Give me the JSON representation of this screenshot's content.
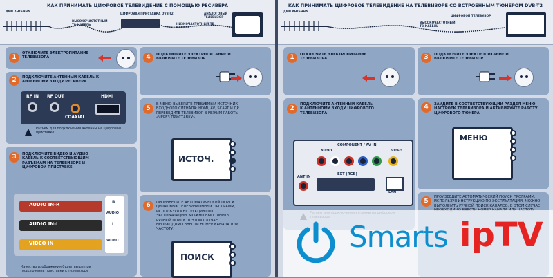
{
  "left": {
    "header_title": "КАК ПРИНИМАТЬ ЦИФРОВОЕ ТЕЛЕВИДЕНИЕ С ПОМОЩЬЮ РЕСИВЕРА",
    "header_labels": {
      "antenna": "ДМВ АНТЕННА",
      "hf_cable": "ВЫСОКОЧАСТОТНЫЙ ТВ-КАБЕЛЬ",
      "receiver": "ЦИФРОВАЯ ПРИСТАВКА DVB-T2",
      "lf_cable": "НИЗКОЧАСТОТНЫЙ ТВ-КАБЕЛЬ",
      "analog_tv": "АНАЛОГОВЫЙ ТЕЛЕВИЗОР"
    },
    "step1": {
      "num": "1",
      "text": "ОТКЛЮЧИТЕ ЭЛЕКТРОПИТАНИЕ ТЕЛЕВИЗОРА"
    },
    "step2": {
      "num": "2",
      "text": "ПОДКЛЮЧИТЕ АНТЕННЫЙ КАБЕЛЬ К АНТЕННОМУ ВХОДУ РЕСИВЕРА",
      "rf_in": "RF IN",
      "rf_out": "RF OUT",
      "coaxial": "COAXIAL",
      "hdmi": "HDMI",
      "note": "Разъем для подключения антенны на цифровой приставке"
    },
    "step3": {
      "num": "3",
      "text": "ПОДКЛЮЧИТЕ ВИДЕО И АУДИО КАБЕЛЬ К СООТВЕТСТВУЮЩИМ РАЗЪЕМАМ НА ТЕЛЕВИЗОРЕ И ЦИФРОВОЙ ПРИСТАВКЕ",
      "audio_r": "AUDIO IN-R",
      "audio_l": "AUDIO IN-L",
      "video": "VIDEO IN",
      "r": "R",
      "audio": "AUDIO",
      "l": "L",
      "video_short": "VIDEO",
      "note": "Качество изображения будет выше при подключении приставки к телевизору"
    },
    "step4": {
      "num": "4",
      "text": "ПОДКЛЮЧИТЕ ЭЛЕКТРОПИТАНИЕ И ВКЛЮЧИТЕ ТЕЛЕВИЗОР"
    },
    "step5": {
      "num": "5",
      "text": "В МЕНЮ ВЫБЕРИТЕ ТРЕБУЕМЫЙ ИСТОЧНИК ВХОДНОГО СИГНАЛА: HDMI, AV, SCART И ДР. ПЕРЕВЕДИТЕ ТЕЛЕВИЗОР В РЕЖИМ РАБОТЫ «ЧЕРЕЗ ПРИСТАВКУ»",
      "screen": "ИСТОЧ."
    },
    "step6": {
      "num": "6",
      "text": "ПРОИЗВЕДИТЕ АВТОМАТИЧЕСКИЙ ПОИСК ЦИФРОВЫХ ТЕЛЕВИЗИОННЫХ ПРОГРАММ, ИСПОЛЬЗУЯ ИНСТРУКЦИЮ ПО ЭКСПЛУАТАЦИИ. МОЖНО ВЫПОЛНИТЬ РУЧНОЙ ПОИСК. В ЭТОМ СЛУЧАЕ НЕОБХОДИМО ВВЕСТИ НОМЕР КАНАЛА ИЛИ ЧАСТОТУ.",
      "screen": "ПОИСК"
    }
  },
  "right": {
    "header_title": "КАК ПРИНИМАТЬ ЦИФРОВОЕ ТЕЛЕВИДЕНИЕ НА ТЕЛЕВИЗОРЕ СО ВСТРОЕННЫМ ТЮНЕРОМ DVB-T2",
    "header_labels": {
      "antenna": "ДМВ АНТЕННА",
      "hf_cable": "ВЫСОКОЧАСТОТНЫЙ ТВ-КАБЕЛЬ",
      "digital_tv": "ЦИФРОВОЙ ТЕЛЕВИЗОР"
    },
    "step1": {
      "num": "1",
      "text": "ОТКЛЮЧИТЕ ЭЛЕКТРОПИТАНИЕ ТЕЛЕВИЗОРА"
    },
    "step2": {
      "num": "2",
      "text": "ПОДКЛЮЧИТЕ АНТЕННЫЙ КАБЕЛЬ К АНТЕННОМУ ВХОДУ ЦИФРОВОГО ТЕЛЕВИЗОРА",
      "component": "COMPONENT / AV IN",
      "audio": "AUDIO",
      "video": "VIDEO",
      "ant_in": "ANT IN",
      "ext": "EXT (RGB)",
      "lan": "LAN",
      "note": "Разъем для подключения антенны на цифровом телевизоре"
    },
    "step3": {
      "num": "3",
      "text": "ПОДКЛЮЧИТЕ ЭЛЕКТРОПИТАНИЕ И ВКЛЮЧИТЕ ТЕЛЕВИЗОР"
    },
    "step4": {
      "num": "4",
      "text": "ЗАЙДИТЕ В СООТВЕТСТВУЮЩИЙ РАЗДЕЛ МЕНЮ НАСТРОЕК ТЕЛЕВИЗОРА И АКТИВИРУЙТЕ РАБОТУ ЦИФРОВОГО ТЮНЕРА",
      "screen": "МЕНЮ"
    },
    "step5": {
      "num": "5",
      "text": "ПРОИЗВЕДИТЕ АВТОМАТИЧЕСКИЙ ПОИСК ПРОГРАММ, ИСПОЛЬЗУЯ ИНСТРУКЦИЮ ПО ЭКСПЛУАТАЦИИ. МОЖНО ВЫПОЛНИТЬ РУЧНОЙ ПОИСК КАНАЛОВ. В ЭТОМ СЛУЧАЕ НЕОБХОДИМО ВВЕСТИ НОМЕР КАНАЛА ИЛИ ЧАСТОТУ"
    }
  },
  "watermark": {
    "brand": "Smarts",
    "brand_tv": "ipTV"
  },
  "colors": {
    "accent": "#e06a2b",
    "card": "#8fa6c4",
    "brand_blue": "#0d8fcf",
    "brand_red": "#e52421"
  }
}
